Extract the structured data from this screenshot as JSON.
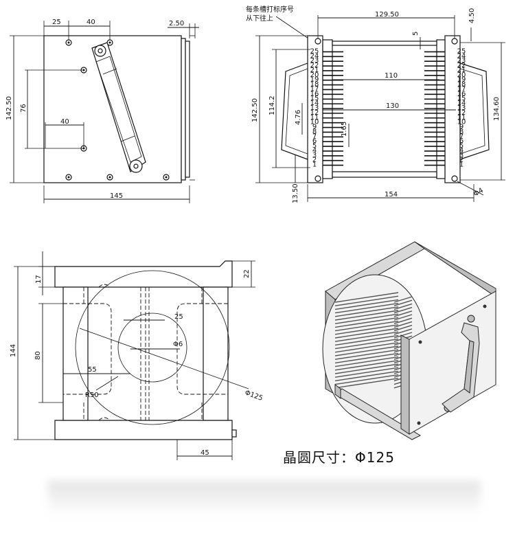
{
  "front_view": {
    "dims": {
      "top_a": "25",
      "top_b": "40",
      "top_c": "2.50",
      "height": "142.50",
      "inner": "76",
      "inner_w": "40",
      "width": "145"
    }
  },
  "slot_view": {
    "note_line1": "每条槽打标序号",
    "note_line2": "从下往上",
    "dims": {
      "top_w": "129.50",
      "top_r": "4.50",
      "gap": "5",
      "height": "142.50",
      "inner_h": "114.2",
      "w110": "110",
      "w130": "130",
      "slot": "4.76",
      "rib": "1.65",
      "bottom": "13.50",
      "width": "154",
      "right_h": "134.60",
      "hole": "Φ4"
    },
    "slot_numbers": [
      "25",
      "24",
      "23",
      "22",
      "21",
      "20",
      "19",
      "18",
      "17",
      "16",
      "15",
      "14",
      "13",
      "12",
      "11",
      "10",
      "9",
      "8",
      "7",
      "6",
      "5",
      "4",
      "3",
      "2",
      "1"
    ]
  },
  "side_view": {
    "dims": {
      "h17": "17",
      "h22": "22",
      "height": "144",
      "h80": "80",
      "w25": "25",
      "phi6": "Φ6",
      "w55": "55",
      "r50": "R50",
      "phi125": "Φ125",
      "w45": "45"
    }
  },
  "iso_view": {
    "caption": "晶圆尺寸：Φ125"
  }
}
